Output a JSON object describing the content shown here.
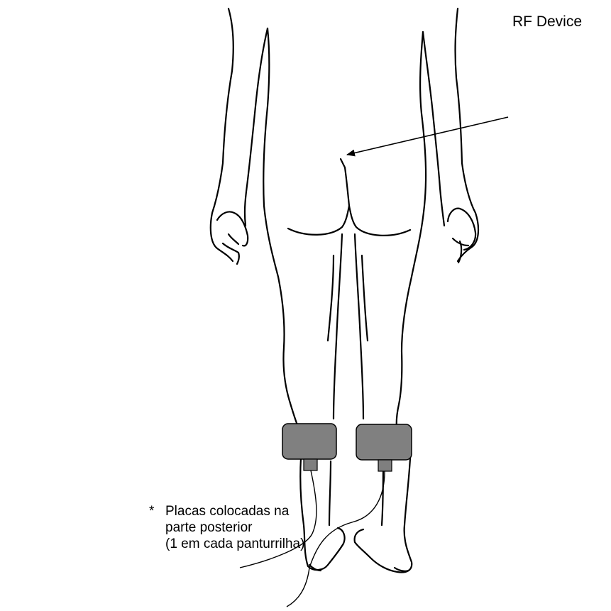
{
  "diagram": {
    "rf_device_label": "RF Device",
    "note": {
      "asterisk": "*",
      "lines": [
        "Placas colocadas na",
        "parte posterior",
        "(1 em cada panturrilha)"
      ]
    },
    "colors": {
      "outline": "#000000",
      "pad_fill": "#808080",
      "connector_fill": "#7f7f7f"
    },
    "icons": {
      "body": "human-body-back-view",
      "pads": "electrode-pad",
      "arrow": "arrow-pointer"
    }
  }
}
